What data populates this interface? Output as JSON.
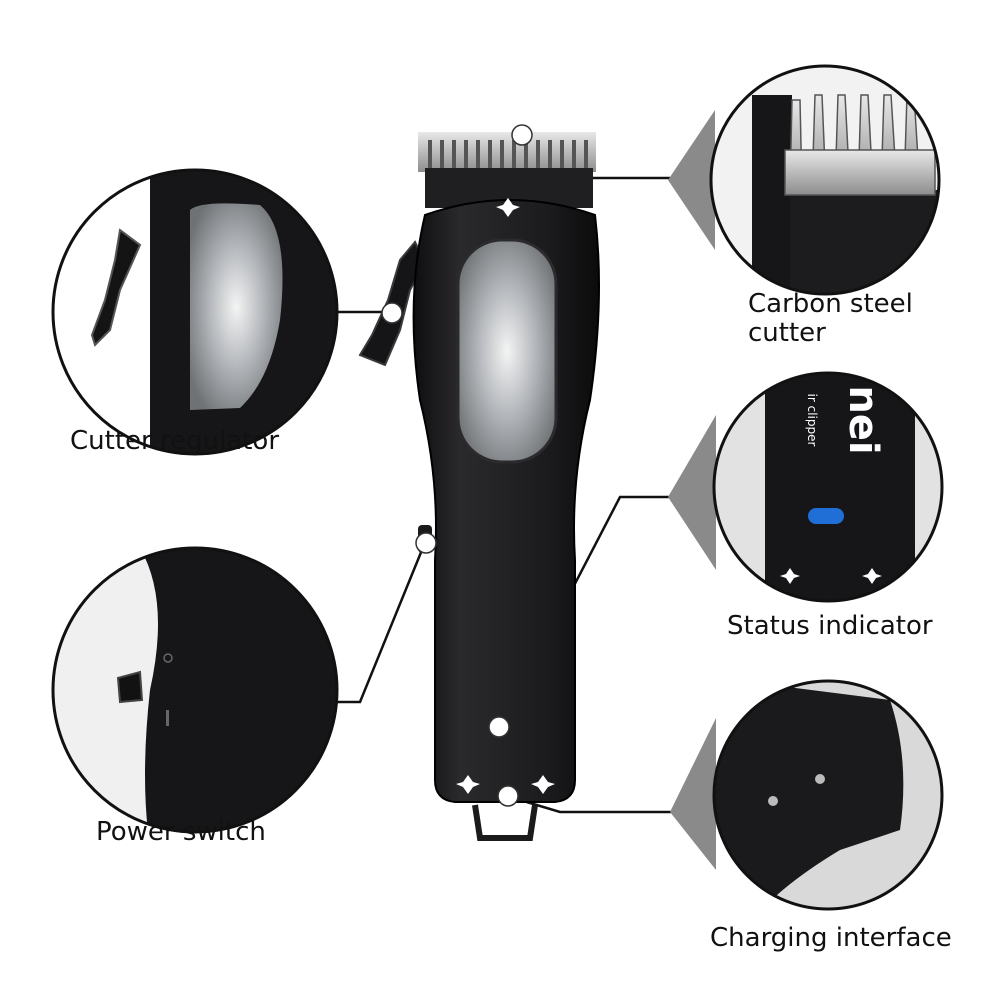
{
  "labels": {
    "cutter_regulator": "Cutter regulator",
    "carbon_steel_line1": "Carbon steel",
    "carbon_steel_line2": "cutter",
    "status_indicator": "Status indicator",
    "power_switch": "Power switch",
    "charging_interface": "Charging interface"
  },
  "device_printed_text": {
    "brand_fragment": "nei",
    "model_fragment": "ir clipper"
  },
  "colors": {
    "background": "#ffffff",
    "body": "#1b1b1d",
    "blade": "#c9c9c9",
    "panel_metal": "#b9bcc0",
    "status_led": "#1f6fd6",
    "callout_outline": "#111111",
    "connector_line": "#111111",
    "pointer_dot": "#ffffff"
  }
}
